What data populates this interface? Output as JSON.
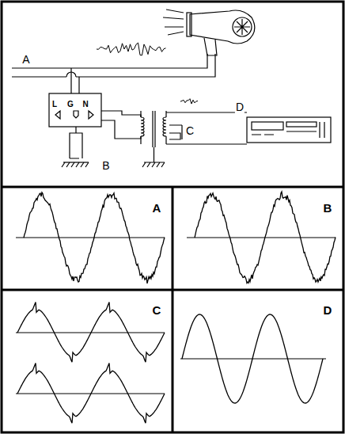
{
  "diagram": {
    "labels": [
      "A",
      "L",
      "G",
      "N",
      "B",
      "C",
      "D",
      "A",
      "B",
      "C",
      "D"
    ]
  }
}
